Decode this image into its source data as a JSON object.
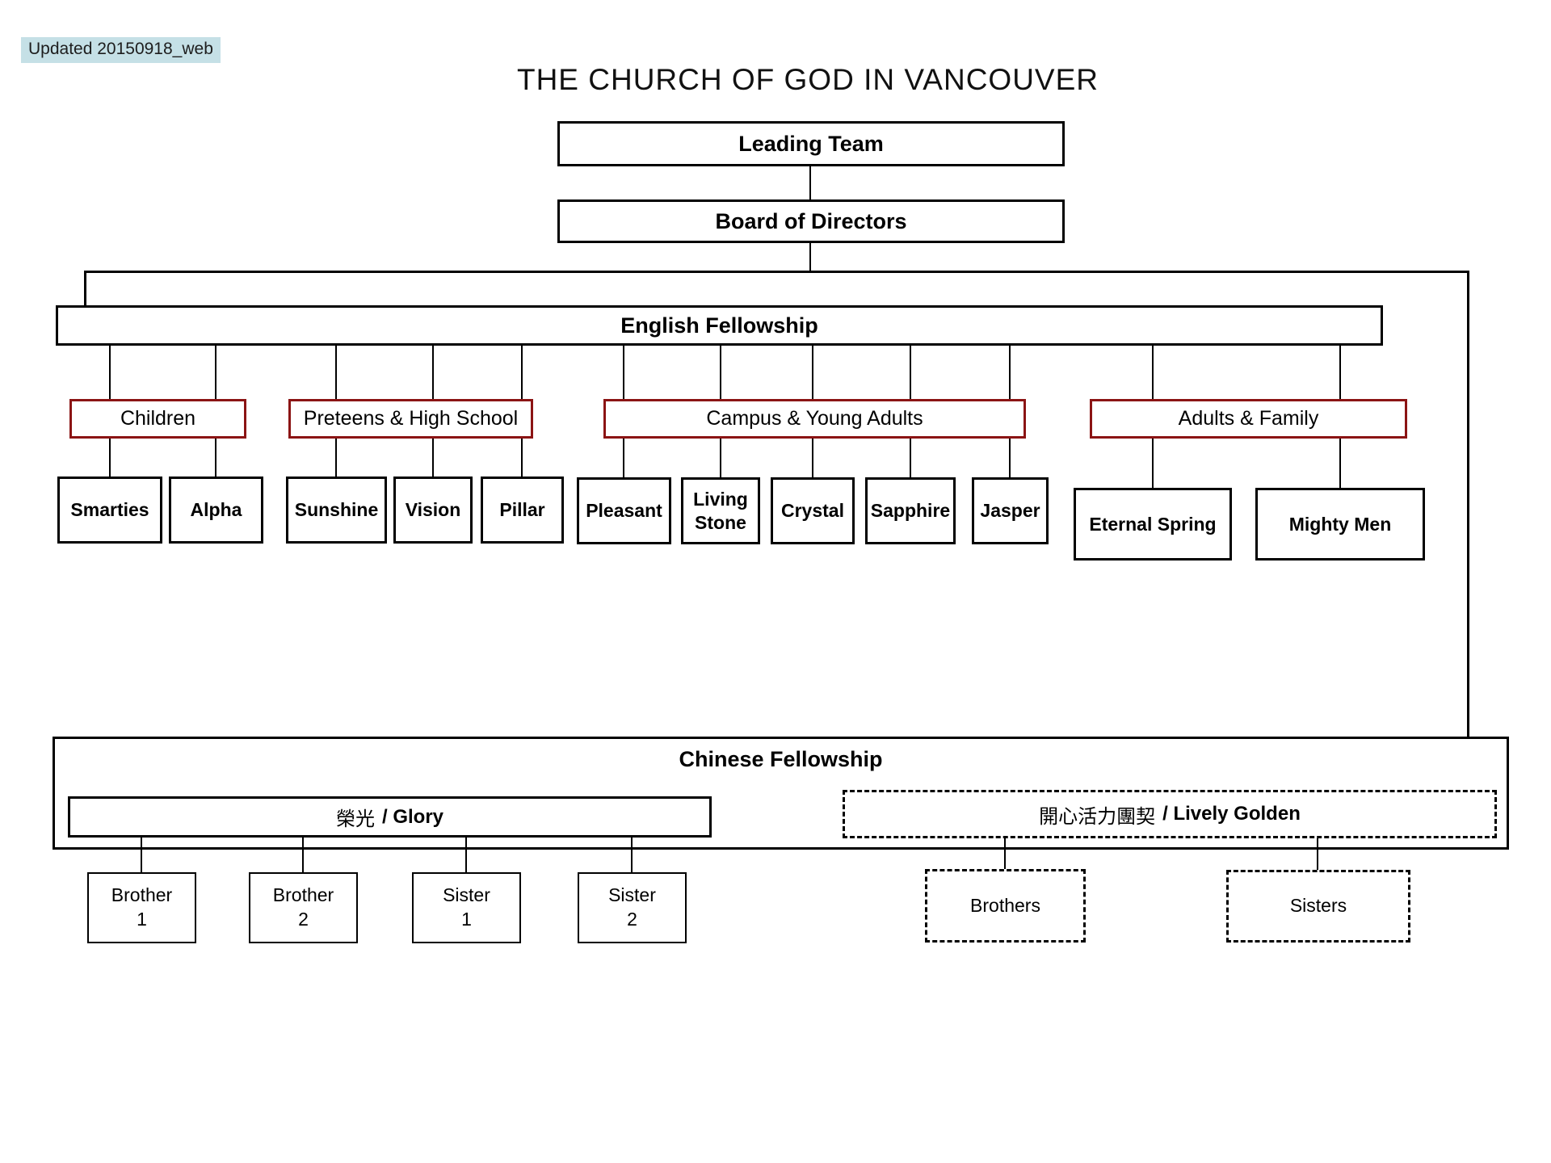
{
  "updated_label": "Updated 20150918_web",
  "title": "THE CHURCH OF GOD IN VANCOUVER",
  "leading_team": "Leading Team",
  "board_of_directors": "Board of Directors",
  "english": {
    "label": "English Fellowship",
    "categories": [
      {
        "label": "Children",
        "groups": [
          "Smarties",
          "Alpha"
        ]
      },
      {
        "label": "Preteens & High School",
        "groups": [
          "Sunshine",
          "Vision",
          "Pillar"
        ]
      },
      {
        "label": "Campus & Young Adults",
        "groups": [
          "Pleasant",
          "Living Stone",
          "Crystal",
          "Sapphire",
          "Jasper"
        ]
      },
      {
        "label": "Adults & Family",
        "groups": [
          "Eternal Spring",
          "Mighty Men"
        ]
      }
    ]
  },
  "chinese": {
    "label": "Chinese Fellowship",
    "glory": {
      "zh": "榮光",
      "en": "/ Glory",
      "members": [
        {
          "l1": "Brother",
          "l2": "1"
        },
        {
          "l1": "Brother",
          "l2": "2"
        },
        {
          "l1": "Sister",
          "l2": "1"
        },
        {
          "l1": "Sister",
          "l2": "2"
        }
      ]
    },
    "lively_golden": {
      "zh": "開心活力團契",
      "en": "/ Lively Golden",
      "members": [
        "Brothers",
        "Sisters"
      ]
    }
  },
  "colors": {
    "category_border": "#8B1414",
    "updated_highlight": "#C5E0E6",
    "line": "#000000"
  }
}
